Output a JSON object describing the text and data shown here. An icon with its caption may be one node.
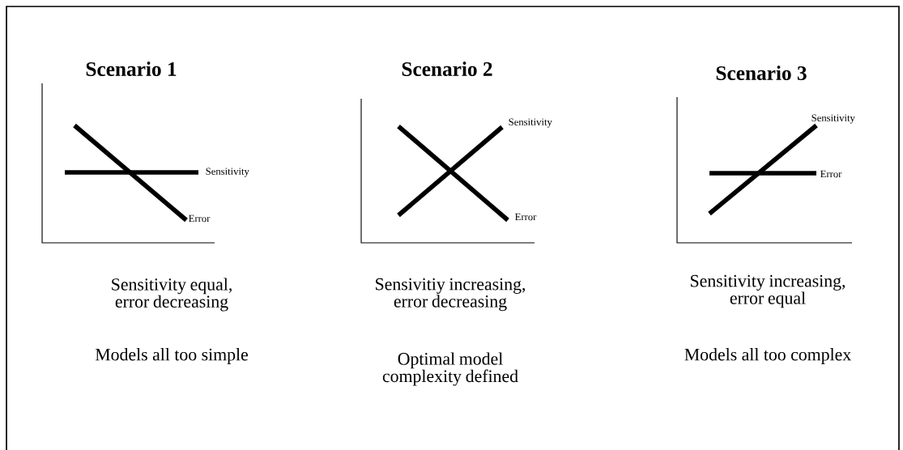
{
  "diagram": {
    "labels": [
      "Scenario 1",
      "Scenario 2",
      "Scenario 3",
      "Sensitivity",
      "Error",
      "Sensitivity",
      "Error",
      "Sensitivity",
      "Error",
      "Sensitivity equal, error decreasing",
      "Sensivitiy increasing, error decreasing",
      "Sensitivity increasing, error equal",
      "Models all too simple",
      "Optimal model complexity defined",
      "Models all too complex"
    ]
  }
}
